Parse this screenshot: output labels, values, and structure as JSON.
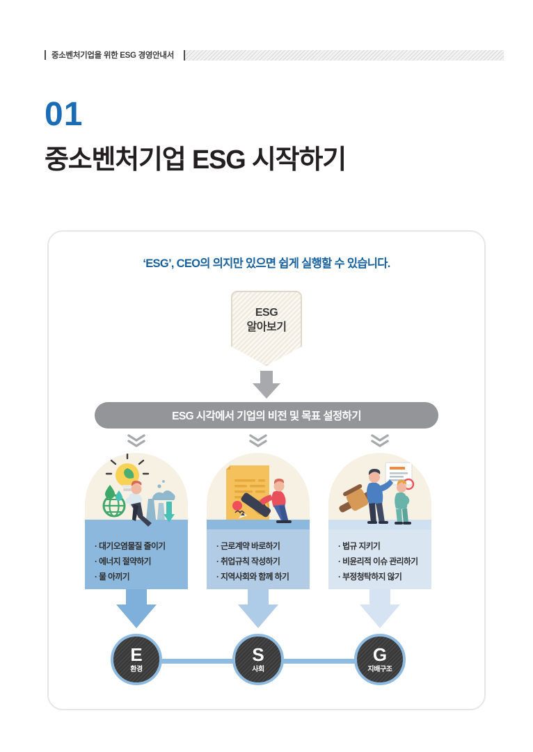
{
  "header": {
    "running_text": "중소벤처기업을 위한 ESG 경영안내서"
  },
  "chapter": {
    "number": "01",
    "title": "중소벤처기업 ESG 시작하기",
    "number_color": "#1a6cb5",
    "title_color": "#231f20"
  },
  "card": {
    "subtitle": "‘ESG’, CEO의 의지만 있으면 쉽게 실행할 수 있습니다.",
    "subtitle_color": "#16609e",
    "banner": {
      "line1": "ESG",
      "line2": "알아보기",
      "fill": "#f2ece0"
    },
    "step_bar": {
      "label": "ESG 시각에서 기업의 비전 및 목표 설정하기",
      "fill": "#939598"
    },
    "columns": [
      {
        "key": "environment",
        "illustration": "environment-illustration",
        "box_color": "#8cb8dd",
        "arrow_color": "#7fb0dc",
        "items": [
          "대기오염물질 줄이기",
          "에너지 절약하기",
          "물 아끼기"
        ]
      },
      {
        "key": "social",
        "illustration": "social-illustration",
        "box_color": "#b3cce6",
        "arrow_color": "#aecbe8",
        "items": [
          "근로계약 바로하기",
          "취업규칙 작성하기",
          "지역사회와 함께 하기"
        ]
      },
      {
        "key": "governance",
        "illustration": "governance-illustration",
        "box_color": "#dae5f2",
        "arrow_color": "#d6e3f3",
        "items": [
          "법규 지키기",
          "비윤리적 이슈 관리하기",
          "부정청탁하지 않기"
        ]
      }
    ],
    "esg_circles": [
      {
        "letter": "E",
        "label": "환경"
      },
      {
        "letter": "S",
        "label": "사회"
      },
      {
        "letter": "G",
        "label": "지배구조"
      }
    ],
    "circle_ring_color": "#8fbbe0",
    "circle_fill_color": "#3a3a3a"
  }
}
